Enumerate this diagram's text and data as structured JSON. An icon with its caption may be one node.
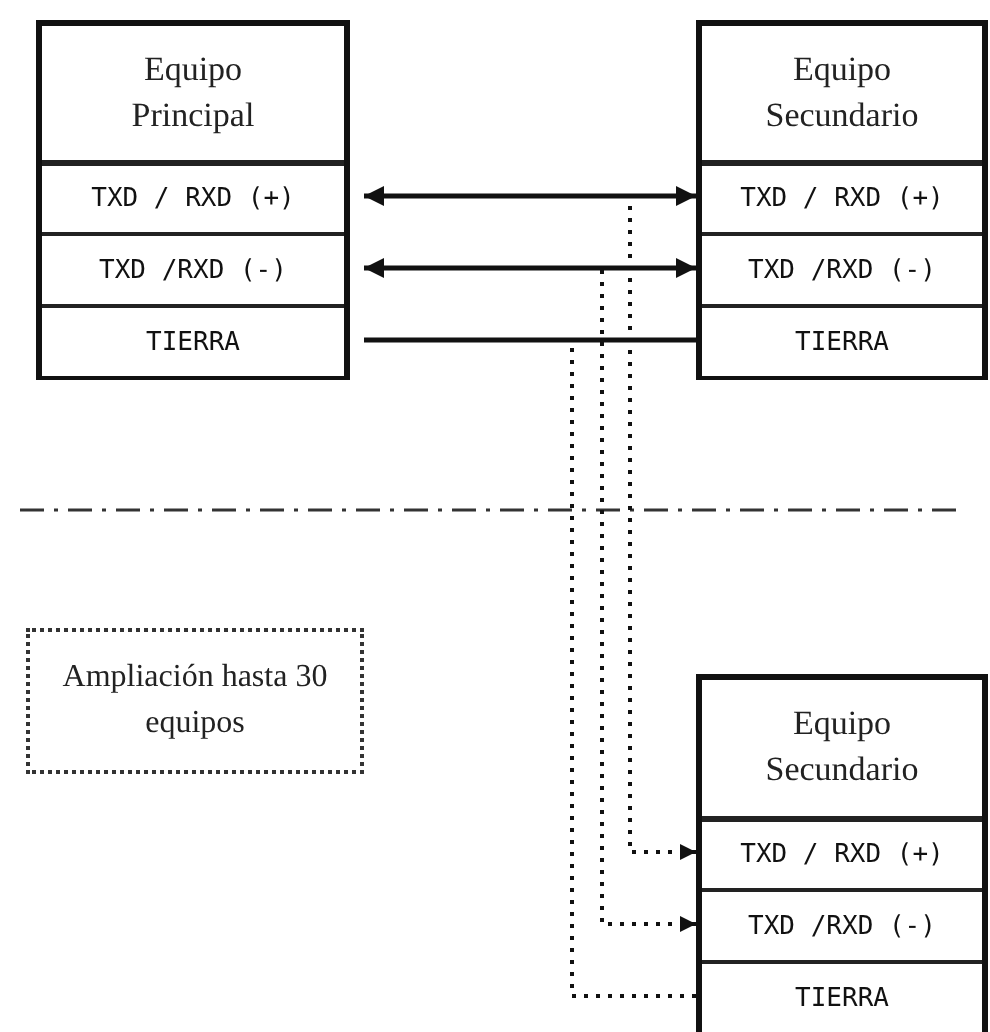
{
  "diagram": {
    "nodes": [
      {
        "text": [
          "Equipo Principal"
        ]
      },
      {
        "text": [
          "TXD / RXD (+)"
        ],
        "in": 0
      },
      {
        "text": [
          "TXD /RXD (-)"
        ],
        "in": 0
      },
      {
        "text": [
          "TIERRA"
        ],
        "in": 0
      },
      {
        "text": [
          "Equipo Secundario"
        ]
      },
      {
        "text": [
          "TXD / RXD (+)"
        ],
        "in": 4
      },
      {
        "text": [
          "TXD /RXD (-)"
        ],
        "in": 4
      },
      {
        "text": [
          "TIERRA"
        ],
        "in": 4
      },
      {
        "text": [
          "Equipo Secundario"
        ]
      },
      {
        "text": [
          "TXD / RXD (+)"
        ],
        "in": 8
      },
      {
        "text": [
          "TXD /RXD (-)"
        ],
        "in": 8
      },
      {
        "text": [
          "TIERRA"
        ],
        "in": 8
      },
      {
        "text": [
          "Ampliación hasta 30 equipos"
        ]
      }
    ],
    "edges": [
      {
        "from": 1,
        "to": 5,
        "arrow": "both"
      },
      {
        "from": 2,
        "to": 6,
        "arrow": "both"
      },
      {
        "from": 3,
        "to": 7,
        "arrow": "none"
      },
      {
        "from": 1,
        "to": 9,
        "arrow": "to",
        "style": "dashed"
      },
      {
        "from": 2,
        "to": 10,
        "arrow": "to",
        "style": "dashed"
      },
      {
        "from": 3,
        "to": 11,
        "arrow": "none",
        "style": "dashed"
      }
    ]
  }
}
